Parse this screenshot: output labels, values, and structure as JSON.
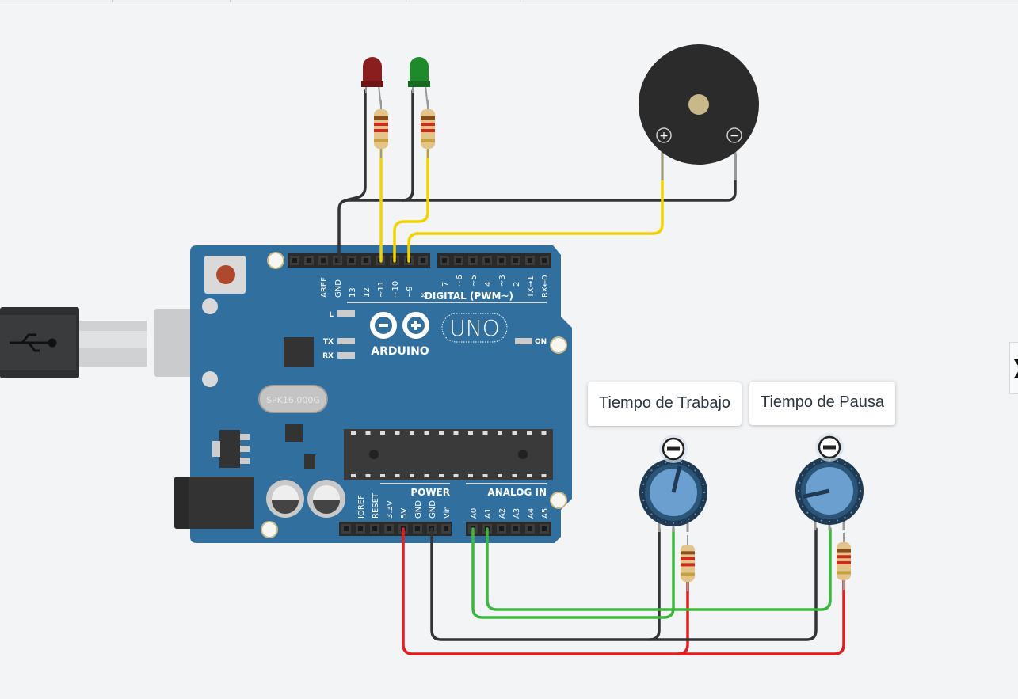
{
  "toolbar": {
    "dividers": 5
  },
  "colors": {
    "canvas": "#f3f4f6",
    "board": "#31709e",
    "wire_black": "#333333",
    "wire_yellow": "#f2d300",
    "wire_red": "#e02020",
    "wire_green": "#3cb83c",
    "led_red": "#8a1d1d",
    "led_green": "#1f8a2a"
  },
  "arduino": {
    "brand": "ARDUINO",
    "model": "UNO",
    "digital_label": "DIGITAL (PWM~)",
    "digital_pins_a": [
      "",
      "",
      "AREF",
      "GND",
      "13",
      "12",
      "~11",
      "~10",
      "~9",
      "8"
    ],
    "digital_pins_b": [
      "7",
      "~6",
      "~5",
      "4",
      "~3",
      "2",
      "TX→1",
      "RX←0"
    ],
    "power_label": "POWER",
    "power_pins": [
      "",
      "IOREF",
      "RESET",
      "3.3V",
      "5V",
      "GND",
      "GND",
      "Vin"
    ],
    "analog_label": "ANALOG IN",
    "analog_pins": [
      "A0",
      "A1",
      "A2",
      "A3",
      "A4",
      "A5"
    ],
    "led_l": "L",
    "led_tx": "TX",
    "led_rx": "RX",
    "led_on": "ON",
    "crystal": "SPK16.000G"
  },
  "potentiometers": [
    {
      "label": "Tiempo de Trabajo",
      "level": 0.55
    },
    {
      "label": "Tiempo de Pausa",
      "level": 0.12
    }
  ],
  "buzzer": {
    "plus": "+",
    "minus": "−"
  },
  "side_panel": {
    "toggle": "❯"
  }
}
